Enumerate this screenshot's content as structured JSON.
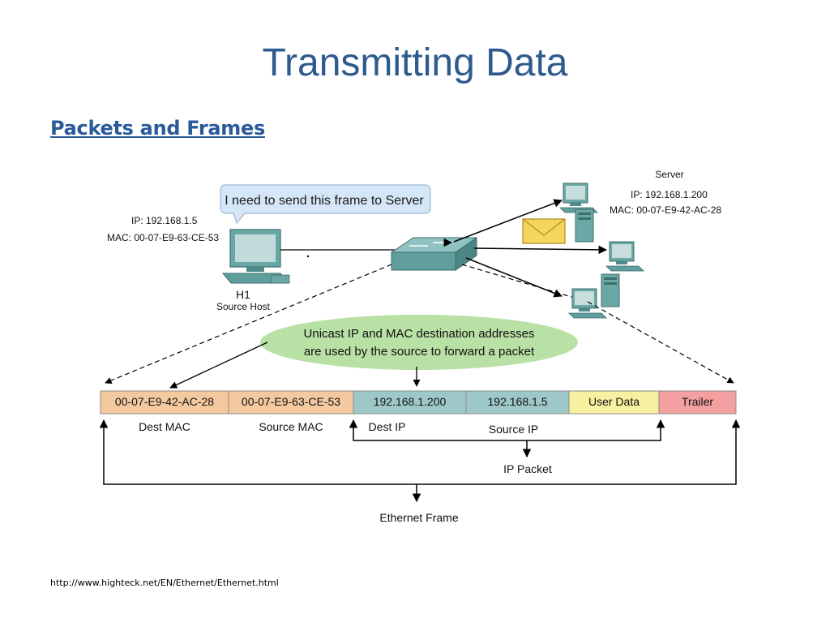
{
  "slide": {
    "title": "Transmitting Data",
    "subtitle": "Packets and Frames",
    "source_url": "http://www.highteck.net/EN/Ethernet/Ethernet.html"
  },
  "diagram": {
    "speech_bubble": "I need to send this frame to Server",
    "server": {
      "label": "Server",
      "ip": "IP: 192.168.1.200",
      "mac": "MAC: 00-07-E9-42-AC-28"
    },
    "host": {
      "ip": "IP: 192.168.1.5",
      "mac": "MAC: 00-07-E9-63-CE-53",
      "name": "H1",
      "role": "Source Host"
    },
    "callout": {
      "line1": "Unicast IP and MAC destination addresses",
      "line2": "are used by the source to forward a packet"
    },
    "frame_fields": [
      {
        "value": "00-07-E9-42-AC-28",
        "caption": "Dest MAC",
        "color": "#f5c9a0"
      },
      {
        "value": "00-07-E9-63-CE-53",
        "caption": "Source MAC",
        "color": "#f5c9a0"
      },
      {
        "value": "192.168.1.200",
        "caption": "Dest IP",
        "color": "#9ec8c8"
      },
      {
        "value": "192.168.1.5",
        "caption": "Source IP",
        "color": "#9ec8c8"
      },
      {
        "value": "User Data",
        "caption": "",
        "color": "#f7f0a0"
      },
      {
        "value": "Trailer",
        "caption": "",
        "color": "#f4a0a0"
      }
    ],
    "ip_packet_label": "IP Packet",
    "ethernet_frame_label": "Ethernet Frame"
  },
  "colors": {
    "title": "#2e5a8e",
    "subtitle": "#2a5a9a",
    "bubble": "#d4e6f7",
    "callout": "#b9e0a5",
    "device": "#5f9e9c"
  },
  "icons": [
    "envelope-icon",
    "computer-icon",
    "server-tower-icon",
    "switch-icon"
  ]
}
